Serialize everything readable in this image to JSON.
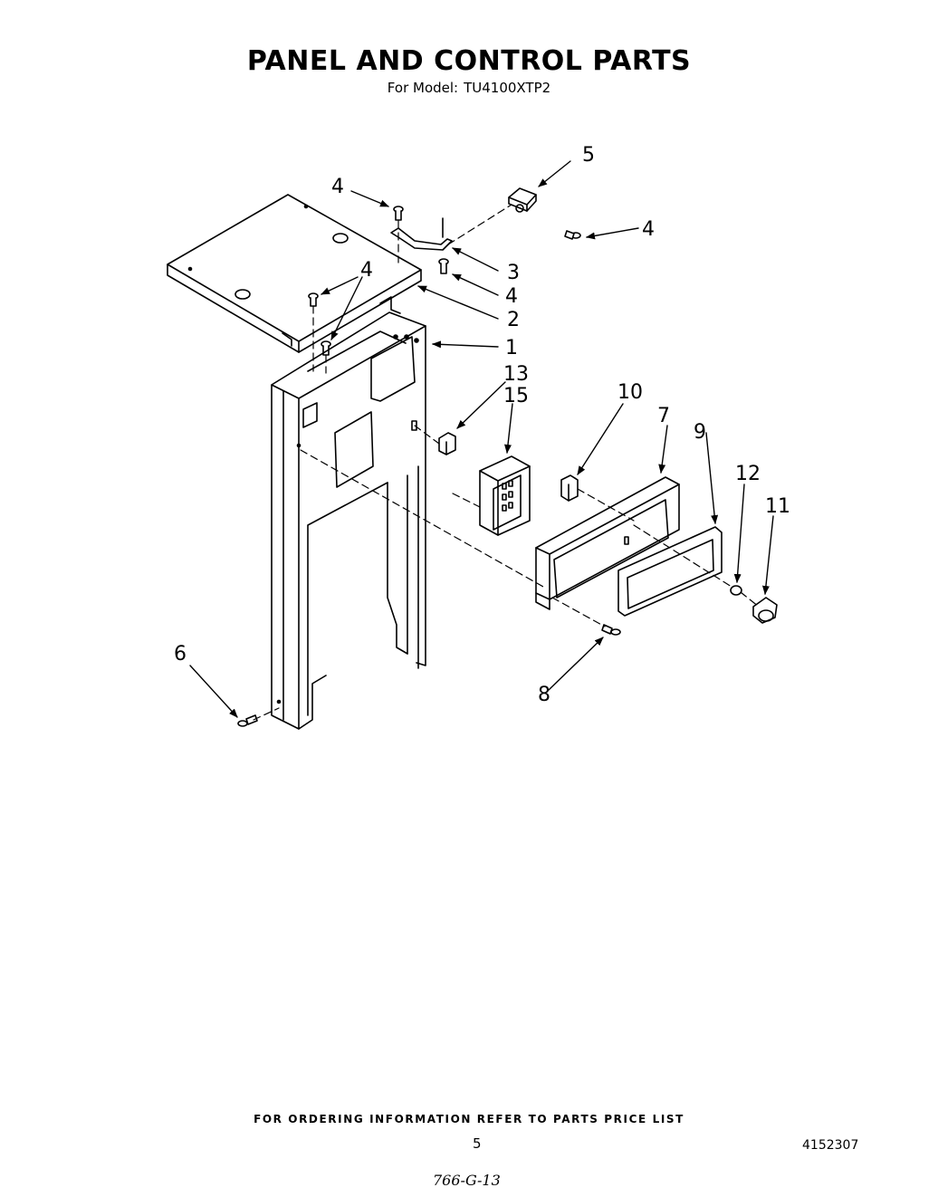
{
  "title": "PANEL AND CONTROL PARTS",
  "subtitle": {
    "prefix": "For Model:",
    "model": "TU4100XTP2"
  },
  "callouts": [
    "1",
    "2",
    "3",
    "4",
    "5",
    "6",
    "7",
    "8",
    "9",
    "10",
    "11",
    "12",
    "13",
    "15"
  ],
  "footer": {
    "ordering_note": "FOR ORDERING INFORMATION REFER TO PARTS PRICE LIST",
    "page_number": "5",
    "document_number": "4152307",
    "handwritten_code": "766-G-13"
  }
}
